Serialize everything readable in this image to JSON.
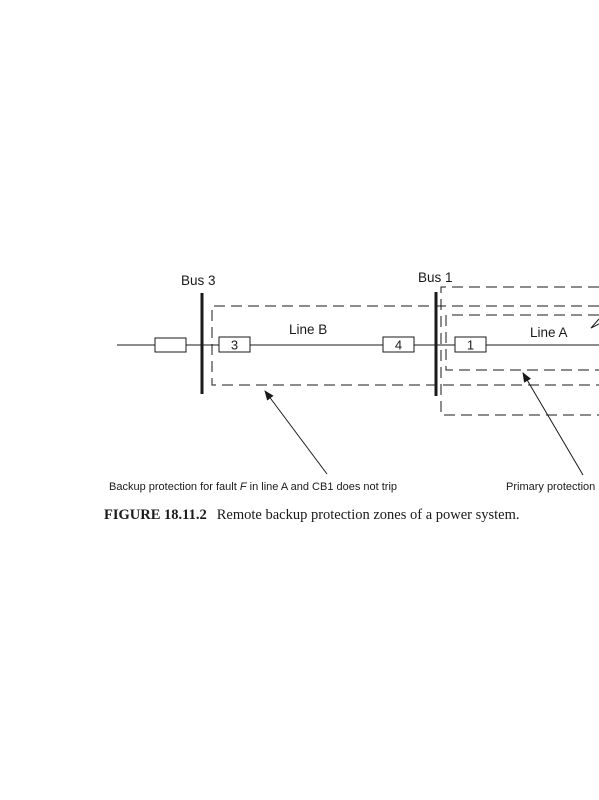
{
  "buses": {
    "bus3": "Bus 3",
    "bus1": "Bus 1"
  },
  "lines": {
    "line_b": "Line B",
    "line_a": "Line A"
  },
  "breakers": {
    "cb3": "3",
    "cb4": "4",
    "cb1": "1"
  },
  "annotations": {
    "backup_prefix": "Backup protection for fault ",
    "backup_fault": "F",
    "backup_suffix": " in line A and CB1 does not trip",
    "primary": "Primary protection"
  },
  "caption": {
    "label": "FIGURE 18.11.2",
    "text": "Remote backup protection zones of a power system."
  }
}
